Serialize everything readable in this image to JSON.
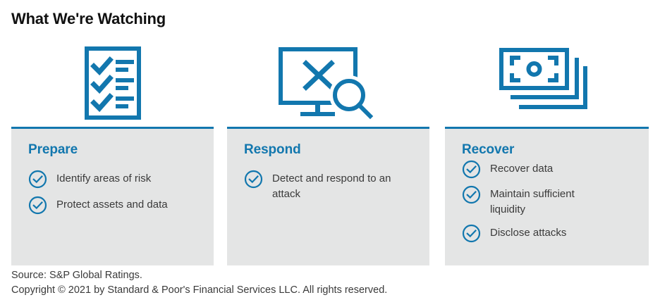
{
  "page": {
    "title": "What We're Watching",
    "accent_color": "#1277ae",
    "panel_background": "#e4e5e5",
    "text_color": "#3a3a3a"
  },
  "panels": [
    {
      "key": "prepare",
      "heading": "Prepare",
      "icon": "checklist-icon",
      "items": [
        {
          "text": "Identify areas of risk",
          "icon": "check-circle-icon"
        },
        {
          "text": "Protect assets and data",
          "icon": "check-circle-icon"
        }
      ]
    },
    {
      "key": "respond",
      "heading": "Respond",
      "icon": "monitor-error-magnifier-icon",
      "items": [
        {
          "text": "Detect and respond to an attack",
          "icon": "check-circle-icon"
        }
      ]
    },
    {
      "key": "recover",
      "heading": "Recover",
      "icon": "money-stack-icon",
      "items": [
        {
          "text": "Recover data",
          "icon": "check-circle-icon"
        },
        {
          "text": "Maintain sufficient liquidity",
          "icon": "check-circle-icon"
        },
        {
          "text": "Disclose attacks",
          "icon": "check-circle-icon"
        }
      ]
    }
  ],
  "footer": {
    "line1": "Source: S&P Global Ratings.",
    "line2": "Copyright © 2021 by Standard & Poor's Financial Services LLC. All rights reserved."
  }
}
